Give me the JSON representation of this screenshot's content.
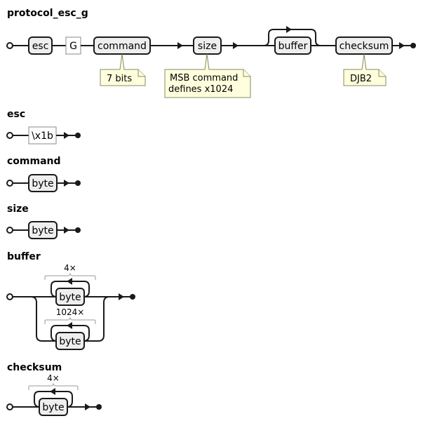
{
  "diagrams": [
    {
      "name": "protocol_esc_g",
      "items": [
        {
          "type": "nonterminal",
          "label": "esc"
        },
        {
          "type": "terminal",
          "label": "G"
        },
        {
          "type": "nonterminal",
          "label": "command",
          "note": "7 bits"
        },
        {
          "type": "nonterminal",
          "label": "size",
          "note_lines": [
            "MSB command",
            "defines x1024"
          ]
        },
        {
          "type": "optional-repeat",
          "label": "buffer"
        },
        {
          "type": "nonterminal",
          "label": "checksum",
          "note": "DJB2"
        }
      ]
    },
    {
      "name": "esc",
      "items": [
        {
          "type": "terminal",
          "label": "\\x1b"
        }
      ]
    },
    {
      "name": "command",
      "items": [
        {
          "type": "nonterminal",
          "label": "byte"
        }
      ]
    },
    {
      "name": "size",
      "items": [
        {
          "type": "nonterminal",
          "label": "byte"
        }
      ]
    },
    {
      "name": "buffer",
      "choice": [
        {
          "type": "repeat",
          "label": "byte",
          "repeat": "4×"
        },
        {
          "type": "repeat",
          "label": "byte",
          "repeat": "1024×"
        }
      ]
    },
    {
      "name": "checksum",
      "items": [
        {
          "type": "repeat",
          "label": "byte",
          "repeat": "4×"
        }
      ]
    }
  ],
  "colors": {
    "nonterminal_fill": "#eeeeee",
    "note_fill": "#ffffdd",
    "line": "#1a1a1a"
  }
}
